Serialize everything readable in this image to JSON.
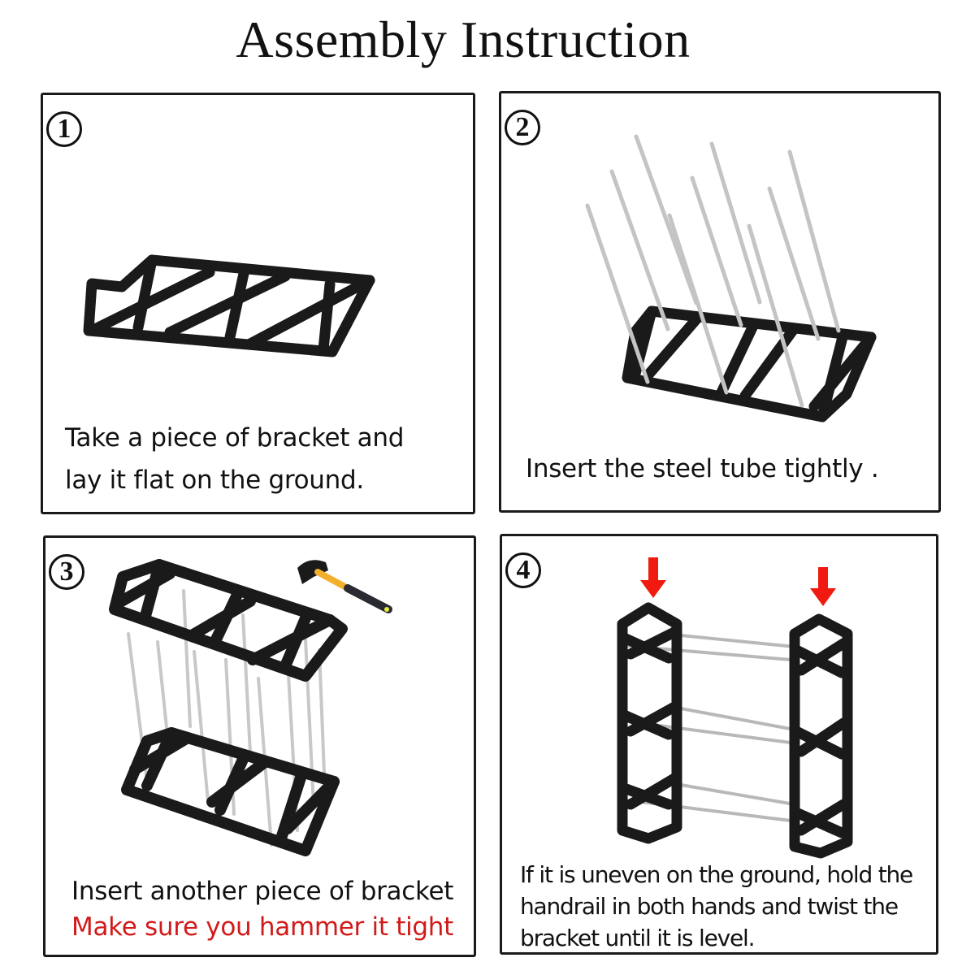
{
  "title": "Assembly Instruction",
  "colors": {
    "frame": "#1a1a1a",
    "tube": "#c8c8c8",
    "warning_red": "#d11a1a",
    "arrow_red": "#f01a10",
    "hammer_handle": "#f2b02a"
  },
  "steps": [
    {
      "number": "1",
      "illustration": "flat-bracket",
      "caption_lines": [
        "Take a piece of bracket and",
        "lay it flat on the ground."
      ]
    },
    {
      "number": "2",
      "illustration": "bracket-with-tubes",
      "caption_lines": [
        "Insert the steel tube tightly ."
      ]
    },
    {
      "number": "3",
      "illustration": "two-brackets-with-hammer",
      "caption_lines": [
        "Insert another piece of bracket"
      ],
      "warning": "Make sure you hammer it tight"
    },
    {
      "number": "4",
      "illustration": "assembled-rack-with-arrows",
      "caption_lines": [
        "If it is uneven on the ground, hold the",
        "handrail in both hands and twist the",
        "bracket until it is level."
      ]
    }
  ]
}
